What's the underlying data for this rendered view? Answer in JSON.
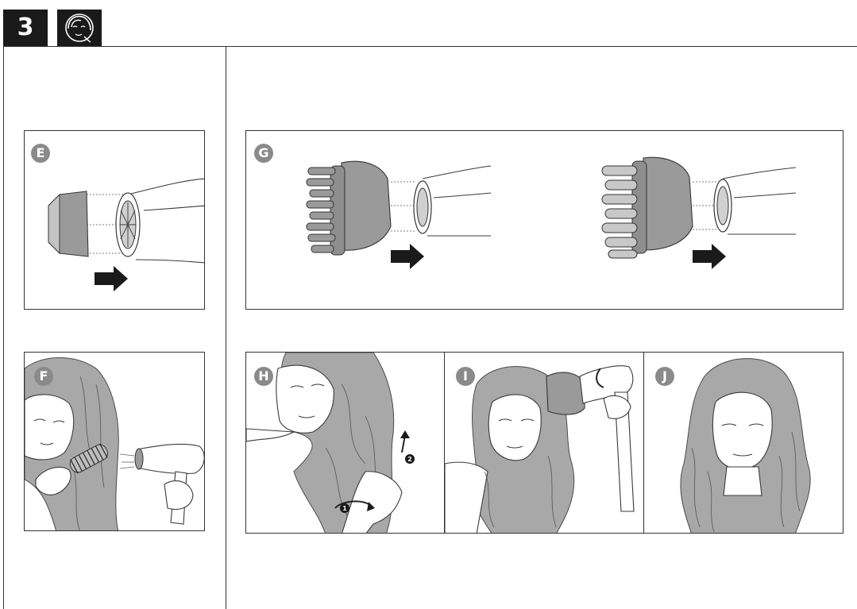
{
  "section": {
    "number": "3",
    "icon": "face-icon"
  },
  "panels": {
    "E": {
      "label": "E"
    },
    "F": {
      "label": "F"
    },
    "G": {
      "label": "G"
    },
    "H": {
      "label": "H",
      "step1": "1",
      "step2": "2"
    },
    "I": {
      "label": "I"
    },
    "J": {
      "label": "J"
    }
  },
  "colors": {
    "header_black": "#1a1a1a",
    "badge_gray": "#8a8a8a",
    "attachment_gray": "#9a9a9a",
    "hair_gray": "#a8a8a8",
    "line": "#333333"
  }
}
